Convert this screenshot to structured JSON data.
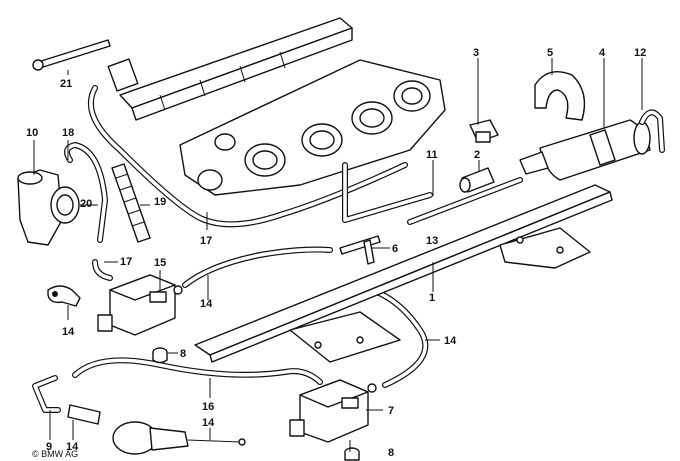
{
  "diagram": {
    "copyright": "© BMW AG",
    "callouts": [
      {
        "id": "c1",
        "text": "1"
      },
      {
        "id": "c2",
        "text": "2"
      },
      {
        "id": "c3",
        "text": "3"
      },
      {
        "id": "c4",
        "text": "4"
      },
      {
        "id": "c5",
        "text": "5"
      },
      {
        "id": "c6",
        "text": "6"
      },
      {
        "id": "c7",
        "text": "7"
      },
      {
        "id": "c8a",
        "text": "8"
      },
      {
        "id": "c8b",
        "text": "8"
      },
      {
        "id": "c9",
        "text": "9"
      },
      {
        "id": "c10",
        "text": "10"
      },
      {
        "id": "c11",
        "text": "11"
      },
      {
        "id": "c12",
        "text": "12"
      },
      {
        "id": "c13",
        "text": "13"
      },
      {
        "id": "c14a",
        "text": "14"
      },
      {
        "id": "c14b",
        "text": "14"
      },
      {
        "id": "c14c",
        "text": "14"
      },
      {
        "id": "c14d",
        "text": "14"
      },
      {
        "id": "c14e",
        "text": "14"
      },
      {
        "id": "c15",
        "text": "15"
      },
      {
        "id": "c16",
        "text": "16"
      },
      {
        "id": "c17a",
        "text": "17"
      },
      {
        "id": "c17b",
        "text": "17"
      },
      {
        "id": "c18",
        "text": "18"
      },
      {
        "id": "c19",
        "text": "19"
      },
      {
        "id": "c20",
        "text": "20"
      },
      {
        "id": "c21",
        "text": "21"
      }
    ]
  }
}
